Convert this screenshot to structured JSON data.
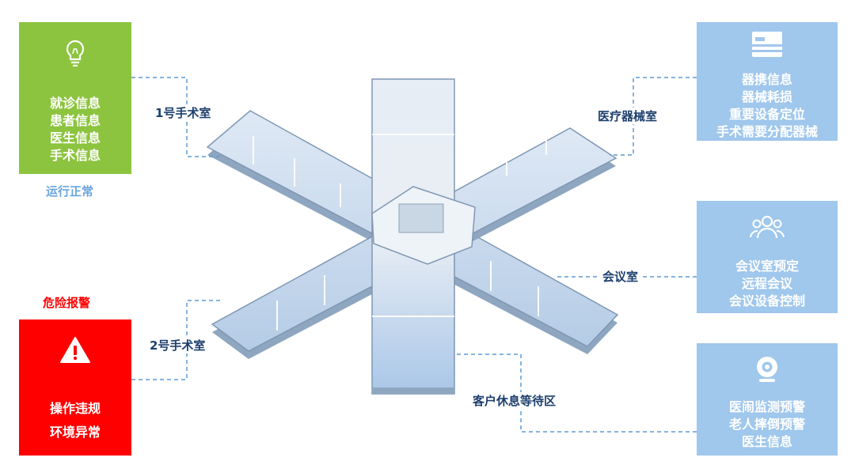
{
  "colors": {
    "green": "#8cc43f",
    "red": "#ff0000",
    "blue": "#a0c7ec",
    "label_dark": "#1d3f6e",
    "status_blue": "#6aa5dc",
    "dashed_line": "#5b9bd5"
  },
  "cards": {
    "green": {
      "icon": "lightbulb-icon",
      "lines": [
        "就诊信息",
        "患者信息",
        "医生信息",
        "手术信息"
      ]
    },
    "red": {
      "icon": "warning-icon",
      "lines": [
        "操作违规",
        "环境异常"
      ]
    },
    "blue1": {
      "icon": "card-icon",
      "lines": [
        "器携信息",
        "器械耗损",
        "重要设备定位",
        "手术需要分配器械"
      ]
    },
    "blue2": {
      "icon": "users-icon",
      "lines": [
        "会议室预定",
        "远程会议",
        "会议设备控制"
      ]
    },
    "blue3": {
      "icon": "camera-icon",
      "lines": [
        "医闹监测预警",
        "老人摔倒预警",
        "医生信息"
      ]
    }
  },
  "status": {
    "normal": "运行正常",
    "danger": "危险报警"
  },
  "rooms": {
    "or1": "1号手术室",
    "or2": "2号手术室",
    "device_room": "医疗器械室",
    "meeting_room": "会议室",
    "waiting_area": "客户休息等待区"
  }
}
